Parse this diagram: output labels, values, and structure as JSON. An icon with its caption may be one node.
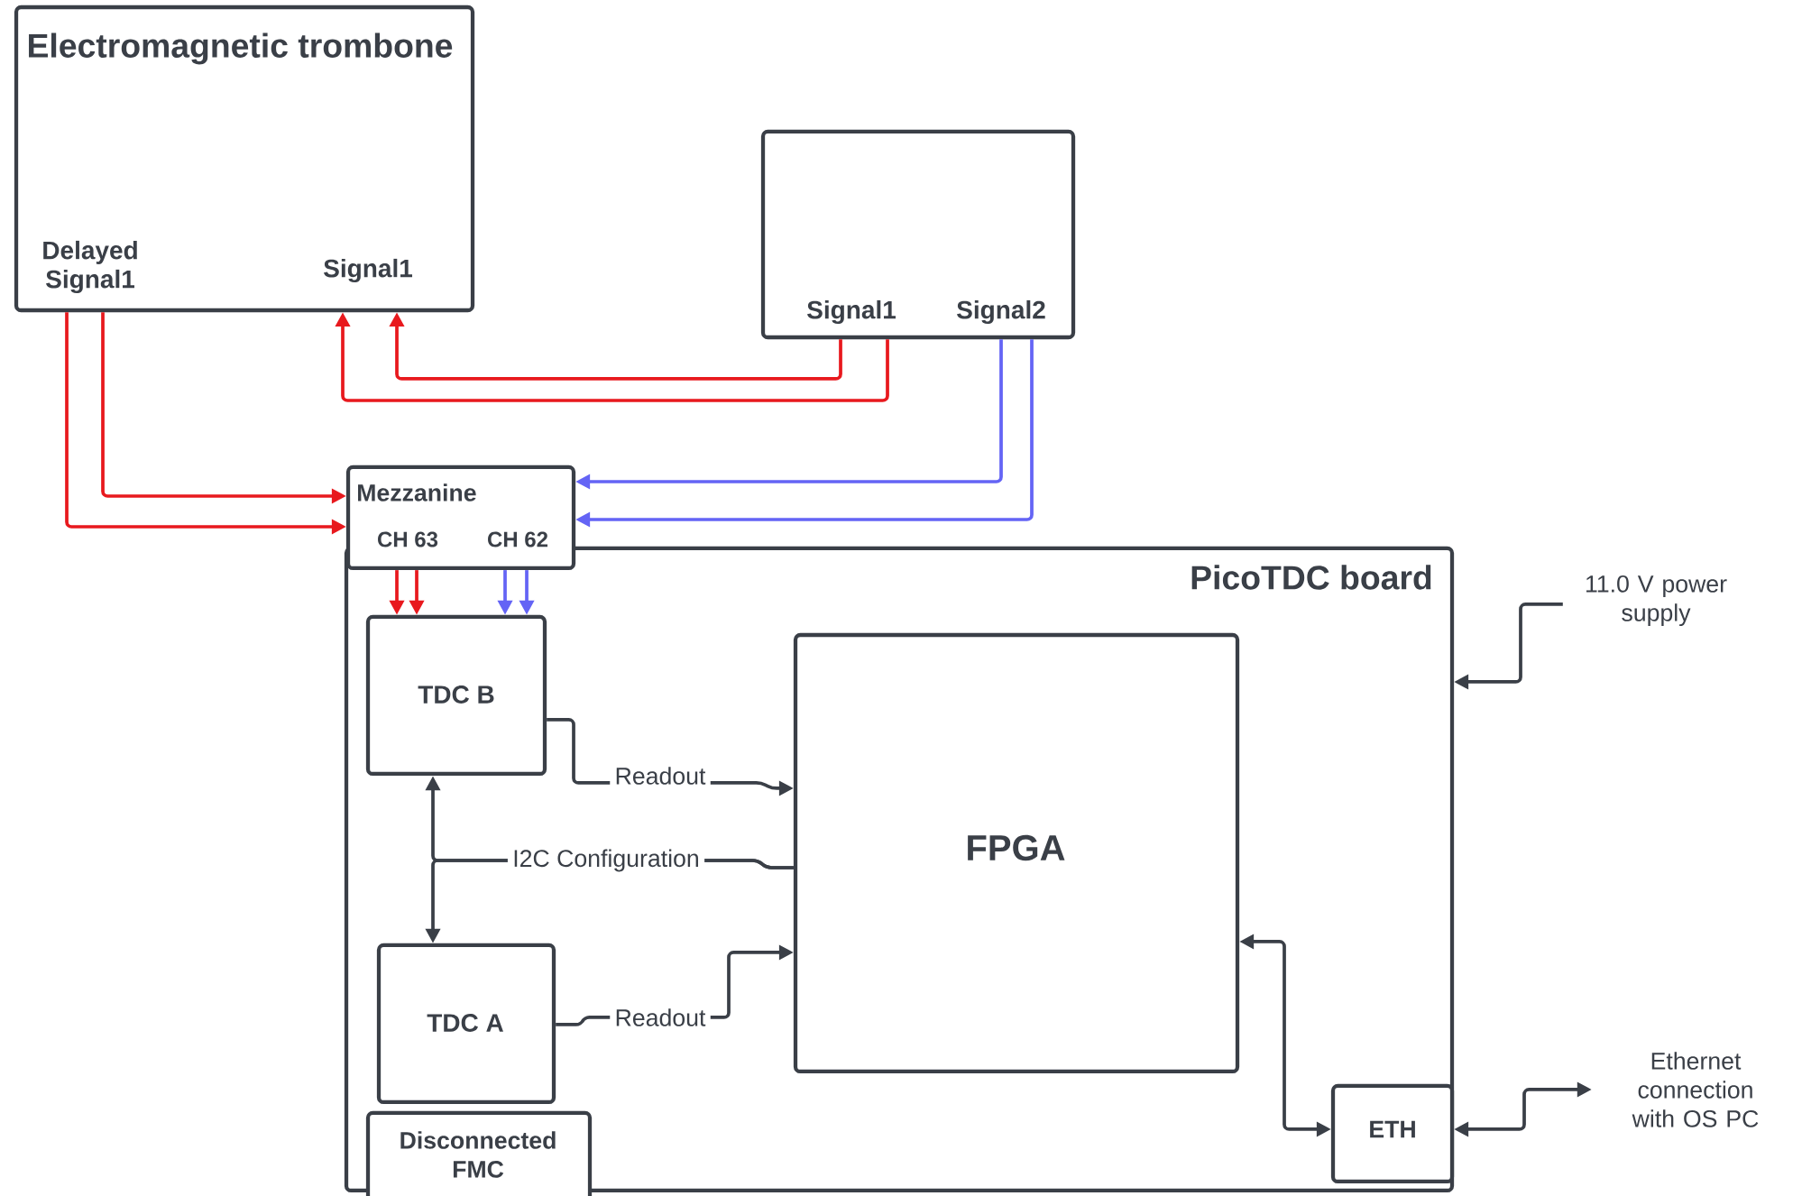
{
  "diagram": {
    "nodes": [
      {
        "text": [
          "Electromagnetic trombone",
          "Delayed Signal1",
          "Signal1"
        ]
      },
      {
        "text": [
          "Signal1",
          "Signal2"
        ]
      },
      {
        "text": [
          "Mezzanine",
          "CH 63",
          "CH 62"
        ]
      },
      {
        "text": [
          "PicoTDC board"
        ]
      },
      {
        "text": [
          "TDC B"
        ],
        "in": 3
      },
      {
        "text": [
          "FPGA"
        ],
        "in": 3
      },
      {
        "text": [
          "TDC A"
        ],
        "in": 3
      },
      {
        "text": [
          "Disconnected FMC"
        ]
      },
      {
        "text": [
          "ETH"
        ],
        "in": 3
      },
      {
        "text": [
          "11.0 V power supply"
        ]
      },
      {
        "text": [
          "Ethernet connection with OS PC"
        ]
      }
    ],
    "edges": [
      {
        "from": 0,
        "to": 2,
        "arrow": "to",
        "color": "#e8191e"
      },
      {
        "from": 0,
        "to": 2,
        "arrow": "to",
        "color": "#e8191e"
      },
      {
        "from": 1,
        "to": 0,
        "arrow": "to",
        "color": "#e8191e"
      },
      {
        "from": 1,
        "to": 0,
        "arrow": "to",
        "color": "#e8191e"
      },
      {
        "from": 1,
        "to": 2,
        "arrow": "to",
        "color": "#6464f5"
      },
      {
        "from": 1,
        "to": 2,
        "arrow": "to",
        "color": "#6464f5"
      },
      {
        "from": 2,
        "to": 4,
        "arrow": "to",
        "color": "#e8191e"
      },
      {
        "from": 2,
        "to": 4,
        "arrow": "to",
        "color": "#e8191e"
      },
      {
        "from": 2,
        "to": 4,
        "arrow": "to",
        "color": "#6464f5"
      },
      {
        "from": 2,
        "to": 4,
        "arrow": "to",
        "color": "#6464f5"
      },
      {
        "from": 4,
        "to": 5,
        "arrow": "to",
        "label": "Readout"
      },
      {
        "from": 5,
        "to": 4,
        "arrow": "to",
        "label": "I2C Configuration"
      },
      {
        "from": 5,
        "to": 6,
        "arrow": "to"
      },
      {
        "from": 6,
        "to": 5,
        "arrow": "to",
        "label": "Readout"
      },
      {
        "from": 5,
        "to": 8,
        "arrow": "both"
      },
      {
        "from": 9,
        "to": 3,
        "arrow": "to"
      },
      {
        "from": 8,
        "to": 10,
        "arrow": "both"
      }
    ]
  }
}
